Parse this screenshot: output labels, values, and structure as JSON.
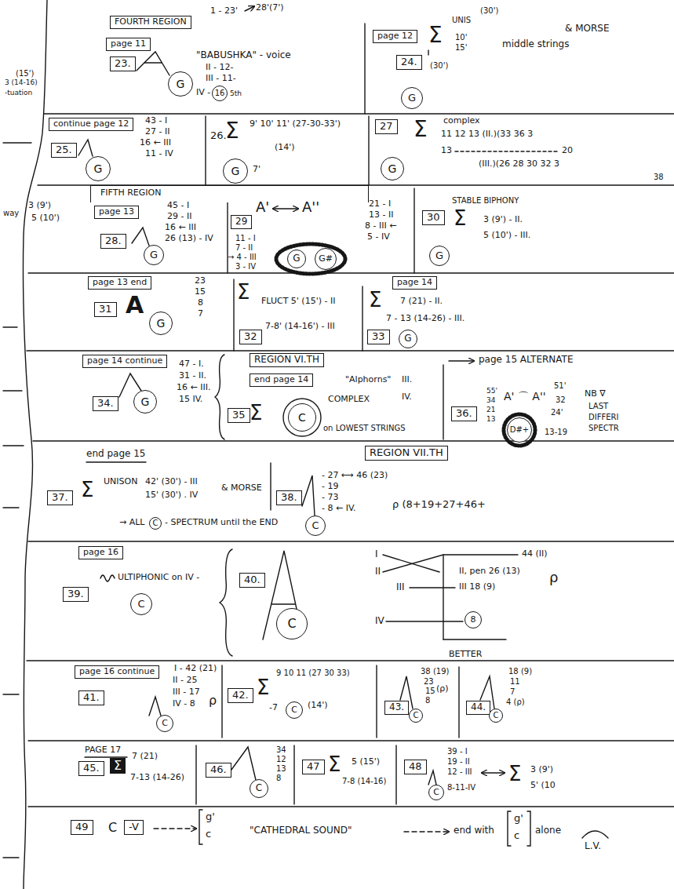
{
  "diagram": {
    "nodes": [
      {
        "text": [
          "FOURTH REGION"
        ]
      },
      {
        "text": [
          "page 11"
        ]
      },
      {
        "text": [
          "23."
        ]
      },
      {
        "text": [
          "G"
        ]
      },
      {
        "text": [
          "16"
        ]
      },
      {
        "text": [
          "page 12"
        ]
      },
      {
        "text": [
          "24."
        ]
      },
      {
        "text": [
          "G"
        ]
      },
      {
        "text": [
          "continue page 12"
        ]
      },
      {
        "text": [
          "25."
        ]
      },
      {
        "text": [
          "G"
        ]
      },
      {
        "text": [
          "G"
        ]
      },
      {
        "text": [
          "27"
        ]
      },
      {
        "text": [
          "G"
        ]
      },
      {
        "text": [
          "FIFTH REGION"
        ]
      },
      {
        "text": [
          "page 13"
        ]
      },
      {
        "text": [
          "28."
        ]
      },
      {
        "text": [
          "G"
        ]
      },
      {
        "text": [
          "29"
        ]
      },
      {
        "text": [
          "G"
        ]
      },
      {
        "text": [
          "G#"
        ]
      },
      {
        "text": [
          "30"
        ]
      },
      {
        "text": [
          "G"
        ]
      },
      {
        "text": [
          "page 13 end"
        ]
      },
      {
        "text": [
          "31"
        ]
      },
      {
        "text": [
          "G"
        ]
      },
      {
        "text": [
          "page 14"
        ]
      },
      {
        "text": [
          "32"
        ]
      },
      {
        "text": [
          "33"
        ]
      },
      {
        "text": [
          "G"
        ]
      },
      {
        "text": [
          "page 14 continue"
        ]
      },
      {
        "text": [
          "REGION VI.TH"
        ]
      },
      {
        "text": [
          "end page 14"
        ]
      },
      {
        "text": [
          "34."
        ]
      },
      {
        "text": [
          "G"
        ]
      },
      {
        "text": [
          "35"
        ]
      },
      {
        "text": [
          "C"
        ]
      },
      {
        "text": [
          "36."
        ]
      },
      {
        "text": [
          "D#+"
        ]
      },
      {
        "text": [
          "REGION VII.TH"
        ]
      },
      {
        "text": [
          "37."
        ]
      },
      {
        "text": [
          "C"
        ]
      },
      {
        "text": [
          "38."
        ]
      },
      {
        "text": [
          "C"
        ]
      },
      {
        "text": [
          "page 16"
        ]
      },
      {
        "text": [
          "39."
        ]
      },
      {
        "text": [
          "C"
        ]
      },
      {
        "text": [
          "40."
        ]
      },
      {
        "text": [
          "C"
        ]
      },
      {
        "text": [
          "8"
        ]
      },
      {
        "text": [
          "page 16 continue"
        ]
      },
      {
        "text": [
          "41."
        ]
      },
      {
        "text": [
          "C"
        ]
      },
      {
        "text": [
          "42."
        ]
      },
      {
        "text": [
          "C"
        ]
      },
      {
        "text": [
          "43."
        ]
      },
      {
        "text": [
          "C"
        ]
      },
      {
        "text": [
          "44."
        ]
      },
      {
        "text": [
          "C"
        ]
      },
      {
        "text": [
          "45."
        ]
      },
      {
        "text": [
          "Σ"
        ]
      },
      {
        "text": [
          "46."
        ]
      },
      {
        "text": [
          "C"
        ]
      },
      {
        "text": [
          "47"
        ]
      },
      {
        "text": [
          "48"
        ]
      },
      {
        "text": [
          "C"
        ]
      },
      {
        "text": [
          "49"
        ]
      },
      {
        "text": [
          "-V"
        ]
      }
    ],
    "labels": [
      "1 - 23'",
      "28'(7')",
      "\"BABUSHKA\" - voice",
      "II - 12-",
      "III - 11-",
      "IV -",
      "5th",
      "Σ",
      "UNIS",
      "(30')",
      "10'",
      "15'",
      "(30')",
      "middle strings",
      "& MORSE",
      "(15')",
      "3 (14-16)",
      "-tuation",
      "43 - I",
      "27 - II",
      "16 ← III",
      "11 - IV",
      "26.",
      "Σ",
      "9' 10' 11' (27-30-33')",
      "(14')",
      "7'",
      "Σ",
      "complex",
      "11 12 13 (II.)(33 36 3",
      "13",
      "20",
      "(III.)(26 28 30 32 3",
      "38",
      "way",
      "3 (9')",
      "5 (10')",
      "45 - I",
      "29 - II",
      "16 ← III",
      "26 (13) - IV",
      "A'",
      "A''",
      "11 - I",
      "7 - II",
      "→ 4 - III",
      "3 - IV",
      "21 - I",
      "13 - II",
      "8 - III ←",
      "5 - IV",
      "STABLE BIPHONY",
      "Σ",
      "3 (9') - II.",
      "5 (10') - III.",
      "A",
      "23",
      "15",
      "8",
      "7",
      "Σ",
      "FLUCT 5' (15') - II",
      "7-8' (14-16') - III",
      "Σ",
      "7 (21) - II.",
      "7 - 13 (14-26) - III.",
      "page 15 ALTERNATE",
      "47 - I.",
      "31 - II.",
      "16 ← III.",
      "15 IV.",
      "Σ",
      "\"Alphorns\"",
      "COMPLEX",
      "III.",
      "IV.",
      "on LOWEST STRINGS",
      "55'",
      "34",
      "21",
      "13",
      "A' ⌒ A''",
      "51'",
      "32",
      "24'",
      "NB ∇",
      "LAST",
      "DIFFERI",
      "SPECTR",
      "13-19",
      "end page 15",
      "Σ",
      "UNISON",
      "42' (30') - III",
      "15' (30') . IV",
      "& MORSE",
      "→ ALL",
      "- SPECTRUM until the END",
      "- 27 ⟷ 46 (23)",
      "- 19",
      "- 73",
      "- 8 ← IV.",
      "ρ (8+19+27+46+",
      "ULTIPHONIC on IV -",
      "I",
      "44 (II)",
      "II",
      "II, pen 26 (13)",
      "III",
      "III 18 (9)",
      "ρ",
      "IV",
      "BETTER",
      "I - 42 (21)",
      "II - 25",
      "III - 17",
      "IV - 8",
      "ρ",
      "Σ",
      "9 10 11 (27 30 33)",
      "-7",
      "(14')",
      "38 (19)",
      "23",
      "15",
      "8",
      "(ρ)",
      "18 (9)",
      "11",
      "7",
      "4 (ρ)",
      "PAGE 17",
      "7 (21)",
      "7-13 (14-26)",
      "34",
      "12",
      "13",
      "8",
      "Σ",
      "5 (15')",
      "7-8 (14-16)",
      "39 - I",
      "19 - II",
      "12 - III",
      "8-11-IV",
      "Σ",
      "3 (9')",
      "5' (10",
      "C",
      "g'",
      "c",
      "\"CATHEDRAL SOUND\"",
      "end with",
      "g'",
      "c",
      "alone",
      "L.V."
    ]
  }
}
